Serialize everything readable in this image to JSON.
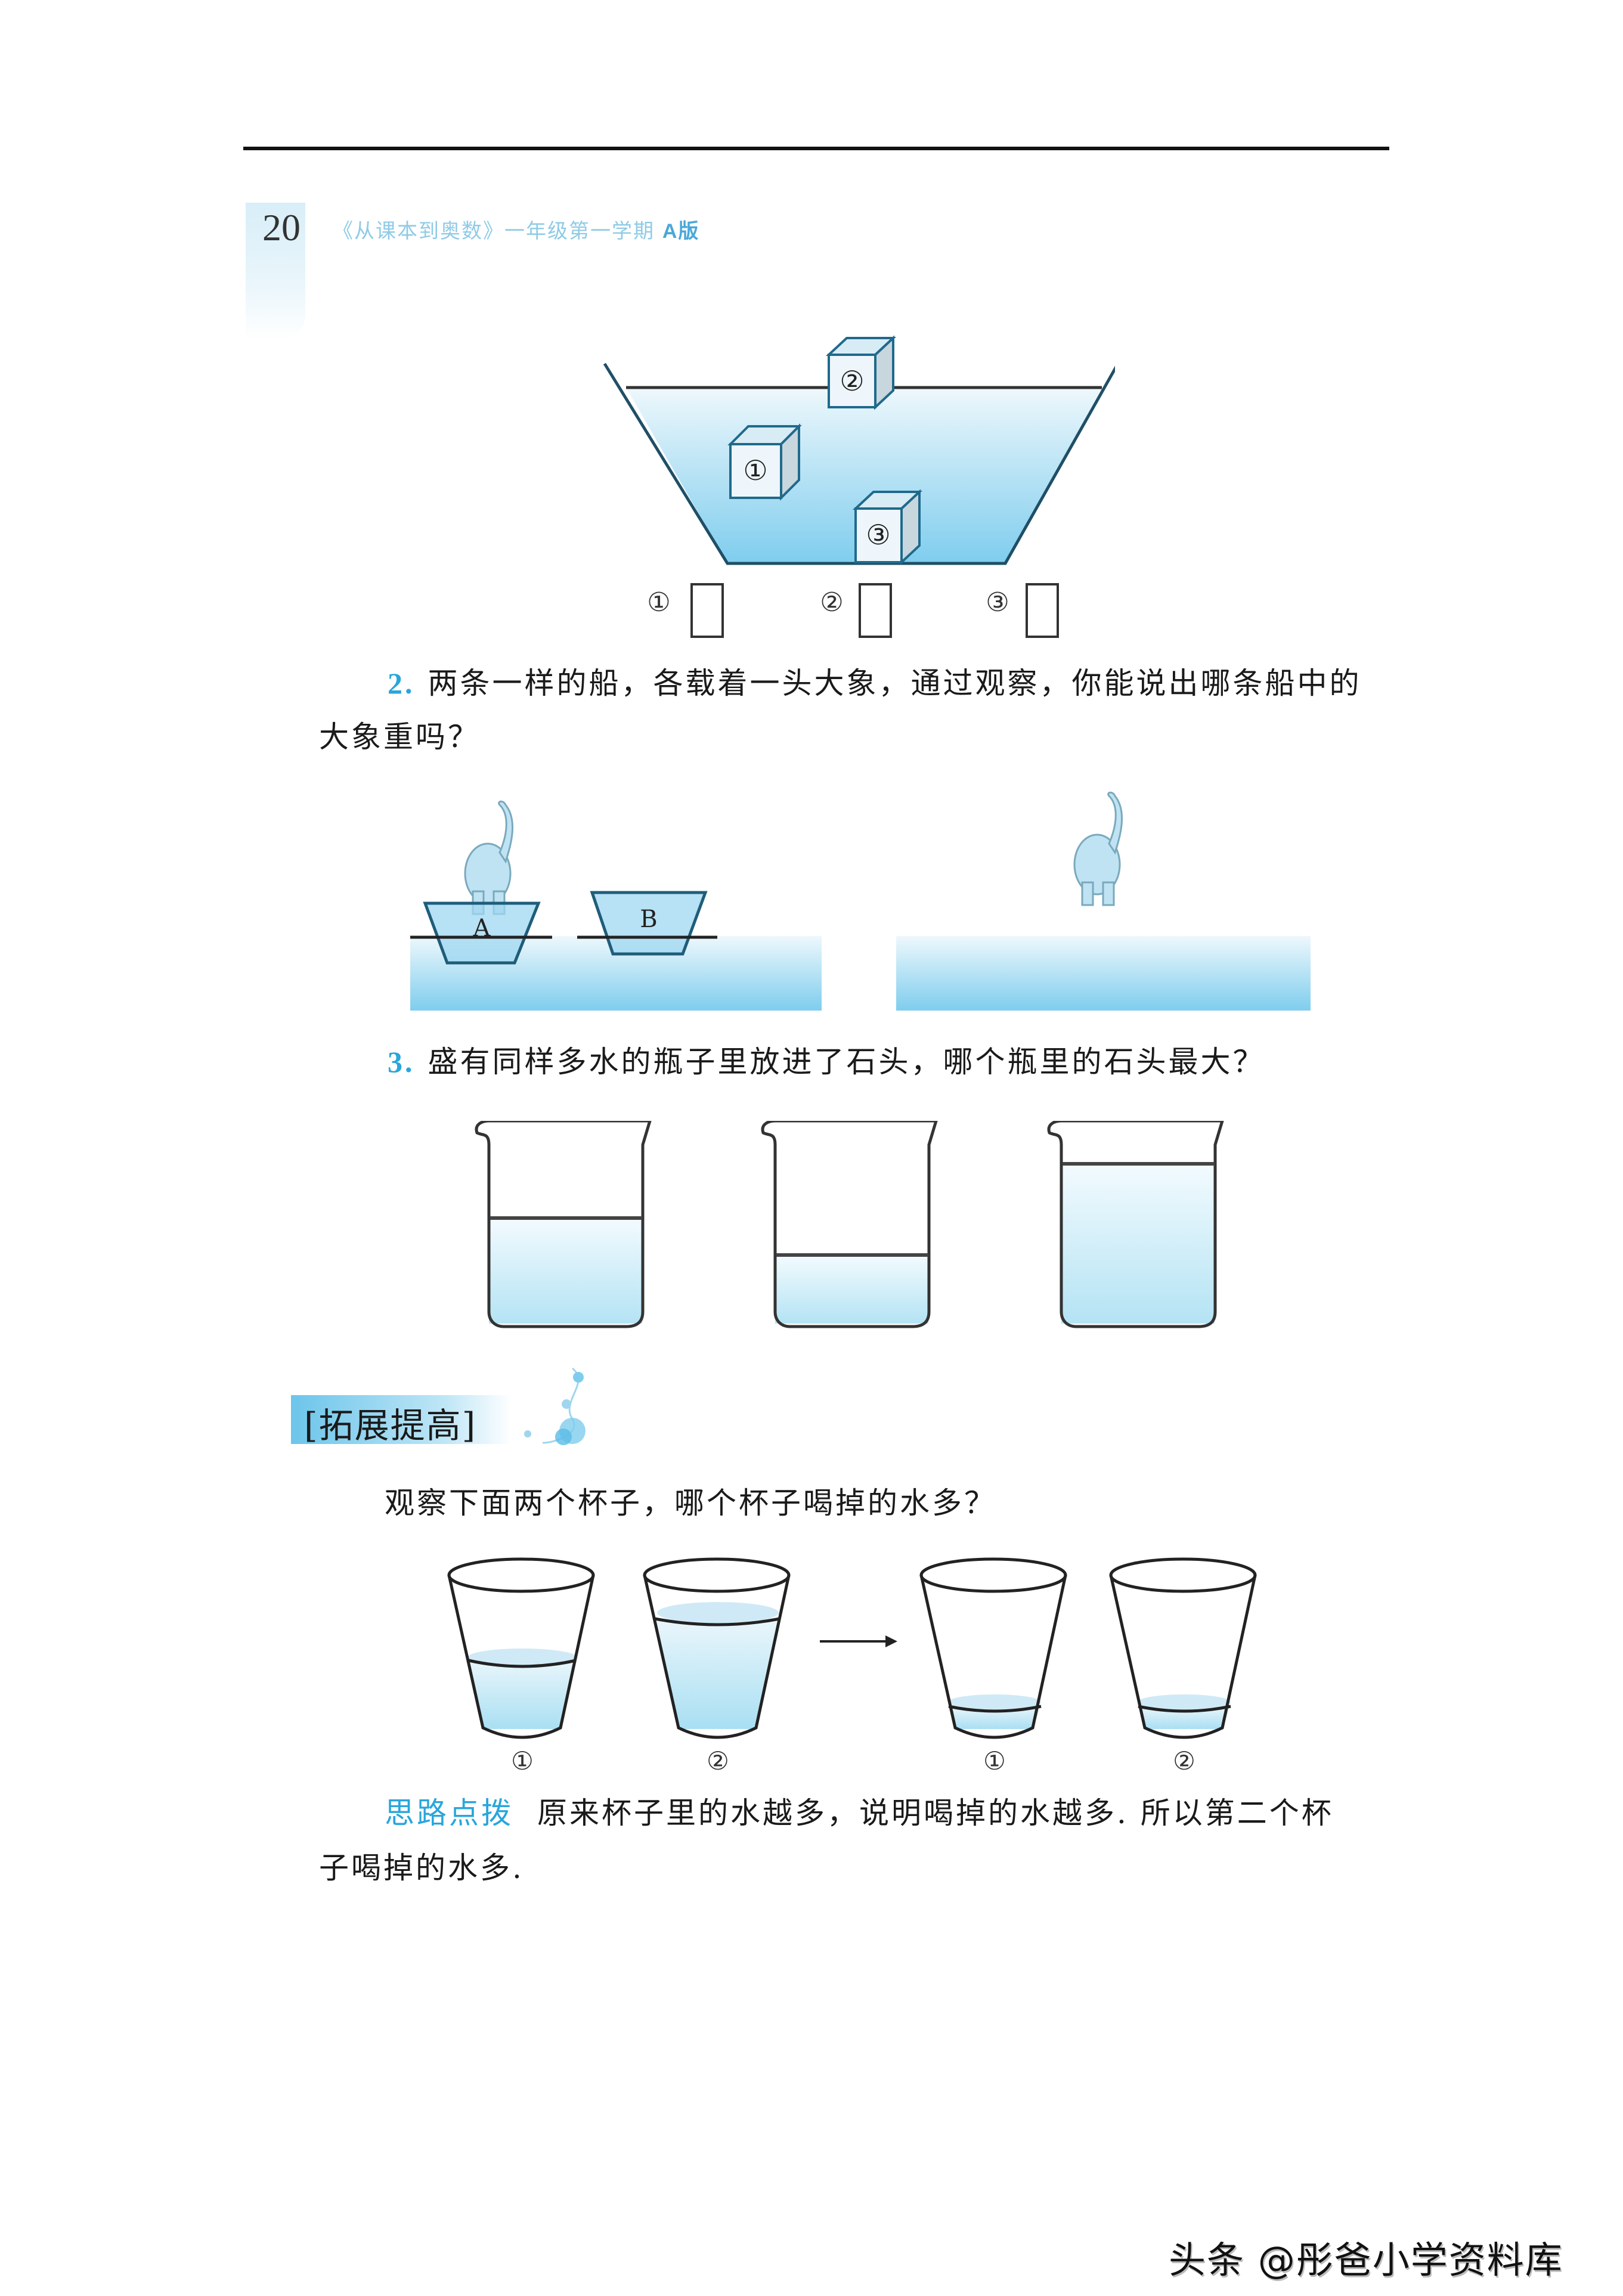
{
  "header": {
    "page_number": "20",
    "book_title": "《从课本到奥数》一年级第一学期",
    "edition": "A版"
  },
  "figure_basin": {
    "cubes": [
      {
        "label": "①",
        "position": "suspended in middle"
      },
      {
        "label": "②",
        "position": "floating at surface"
      },
      {
        "label": "③",
        "position": "resting on bottom"
      }
    ],
    "answer_boxes": [
      {
        "label": "①",
        "value": ""
      },
      {
        "label": "②",
        "value": ""
      },
      {
        "label": "③",
        "value": ""
      }
    ]
  },
  "question2": {
    "number": "2.",
    "text_line1": "两条一样的船，各载着一头大象，通过观察，你能说出哪条船中的",
    "text_line2": "大象重吗？",
    "boats": [
      {
        "label": "A",
        "sink_depth": "deeper"
      },
      {
        "label": "B",
        "sink_depth": "shallower"
      }
    ]
  },
  "question3": {
    "number": "3.",
    "text": "盛有同样多水的瓶子里放进了石头，哪个瓶里的石头最大？",
    "beakers": [
      {
        "water_level_pct": 52
      },
      {
        "water_level_pct": 34
      },
      {
        "water_level_pct": 80
      }
    ]
  },
  "extension": {
    "banner_title": "[拓展提高]",
    "question": "观察下面两个杯子，哪个杯子喝掉的水多？",
    "cups_before": [
      {
        "label": "①",
        "water_level_pct": 45
      },
      {
        "label": "②",
        "water_level_pct": 72
      }
    ],
    "cups_after": [
      {
        "label": "①",
        "water_level_pct": 16
      },
      {
        "label": "②",
        "water_level_pct": 16
      }
    ],
    "hint_label": "思路点拨",
    "hint_line1": "原来杯子里的水越多，说明喝掉的水越多. 所以第二个杯",
    "hint_line2": "子喝掉的水多."
  },
  "watermark": "头条 @彤爸小学资料库",
  "colors": {
    "accent_blue": "#29a6dc",
    "water_light": "#eaf6fb",
    "water_dark": "#86d0ee",
    "outline": "#1f4f66"
  }
}
